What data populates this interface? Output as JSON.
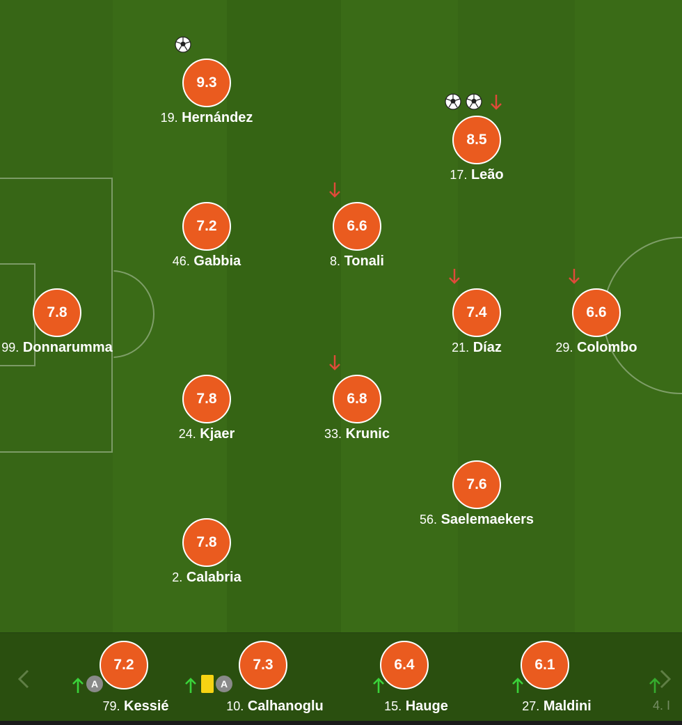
{
  "colors": {
    "rating_bg": "#ea5b1f",
    "goal_ball": "#ffffff",
    "sub_out_arrow": "#e04a3a",
    "sub_in_arrow": "#3ad33a",
    "yellow_card": "#f7d313",
    "assist_badge": "#8a8a8a"
  },
  "players": {
    "hernandez": {
      "rating": "9.3",
      "number": "19.",
      "name": "Hernández",
      "icons": [
        "ball-icon"
      ]
    },
    "leao": {
      "rating": "8.5",
      "number": "17.",
      "name": "Leão",
      "icons": [
        "ball-icon",
        "ball-icon",
        "sub-out-arrow-icon"
      ]
    },
    "gabbia": {
      "rating": "7.2",
      "number": "46.",
      "name": "Gabbia"
    },
    "tonali": {
      "rating": "6.6",
      "number": "8.",
      "name": "Tonali",
      "icons": [
        "sub-out-arrow-icon"
      ]
    },
    "donnarumma": {
      "rating": "7.8",
      "number": "99.",
      "name": "Donnarumma"
    },
    "diaz": {
      "rating": "7.4",
      "number": "21.",
      "name": "Díaz",
      "icons": [
        "sub-out-arrow-icon"
      ]
    },
    "colombo": {
      "rating": "6.6",
      "number": "29.",
      "name": "Colombo",
      "icons": [
        "sub-out-arrow-icon"
      ]
    },
    "kjaer": {
      "rating": "7.8",
      "number": "24.",
      "name": "Kjaer"
    },
    "krunic": {
      "rating": "6.8",
      "number": "33.",
      "name": "Krunic",
      "icons": [
        "sub-out-arrow-icon"
      ]
    },
    "saelemaekers": {
      "rating": "7.6",
      "number": "56.",
      "name": "Saelemaekers"
    },
    "calabria": {
      "rating": "7.8",
      "number": "2.",
      "name": "Calabria"
    }
  },
  "bench": {
    "subs": [
      {
        "rating": "7.2",
        "number": "79.",
        "name": "Kessié",
        "badge": "A",
        "icons": [
          "sub-in-arrow-icon",
          "assist-badge"
        ]
      },
      {
        "rating": "7.3",
        "number": "10.",
        "name": "Calhanoglu",
        "badge": "A",
        "icons": [
          "sub-in-arrow-icon",
          "yellow-card-icon",
          "assist-badge"
        ]
      },
      {
        "rating": "6.4",
        "number": "15.",
        "name": "Hauge",
        "icons": [
          "sub-in-arrow-icon"
        ]
      },
      {
        "rating": "6.1",
        "number": "27.",
        "name": "Maldini",
        "icons": [
          "sub-in-arrow-icon"
        ]
      }
    ],
    "partial_next_number": "4. I",
    "nav_icons": [
      "chevron-left-icon",
      "chevron-right-icon"
    ]
  }
}
